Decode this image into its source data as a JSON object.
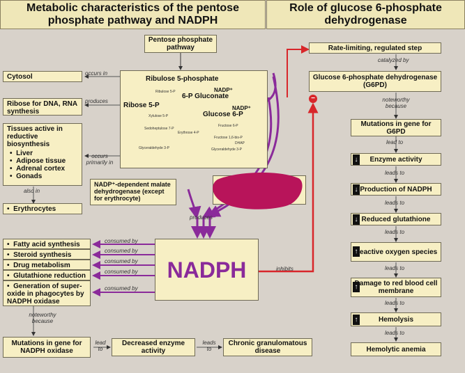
{
  "headers": {
    "left": "Metabolic characteristics of the pentose phosphate pathway and NADPH",
    "right": "Role of glucose 6-phosphate dehydrogenase"
  },
  "pathway": {
    "title": "Pentose phosphate pathway",
    "ribulose5p": "Ribulose 5-phosphate",
    "ribose5p": "Ribose 5-P",
    "gluconate6p": "6-P Gluconate",
    "glucose6p": "Glucose 6-P",
    "nadp_plus": "NADP⁺",
    "ribulose5p_small": "Ribulose 5-P",
    "xylulose5p": "Xylulose 5-P",
    "sedoheptulose7p": "Sedoheptulose 7-P",
    "erythrose4p": "Erythrose 4-P",
    "fructose6p": "Fructose 6-P",
    "fructose16bp": "Fructose 1,6-bis-P",
    "dhap": "DHAP",
    "glyceraldehyde3p_left": "Glyceraldehyde 3-P",
    "glyceraldehyde3p_right": "Glyceraldehyde 3-P"
  },
  "left_boxes": {
    "cytosol": "Cytosol",
    "ribose_dna": "Ribose for DNA, RNA synthesis",
    "tissues_title": "Tissues active in reductive biosynthesis",
    "tissues": [
      "Liver",
      "Adipose tissue",
      "Adrenal cortex",
      "Gonads"
    ],
    "erythrocytes": "Erythrocytes"
  },
  "malate": "NADP⁺-dependent malate dehydrogenase (except for erythrocyte)",
  "nadph": "NADPH",
  "consumers": [
    "Fatty acid synthesis",
    "Steroid synthesis",
    "Drug metabolism",
    "Glutathione reduction",
    "Generation of super-oxide in phagocytes by NADPH oxidase"
  ],
  "bottom": {
    "mutation": "Mutations in gene for NADPH oxidase",
    "decreased": "Decreased enzyme activity",
    "cgd": "Chronic granulomatous disease"
  },
  "right_column": [
    "Rate-limiting, regulated  step",
    "Glucose 6-phosphate dehydrogenase (G6PD)",
    "Mutations in gene for G6PD",
    "Enzyme activity",
    "Production of NADPH",
    "Reduced glutathione",
    "Reactive oxygen species",
    "Damage to red blood cell membrane",
    "Hemolysis",
    "Hemolytic anemia"
  ],
  "labels": {
    "occurs_in": "occurs in",
    "produces": "produces",
    "occurs_primarily": "occurs primarily in",
    "also_in": "also in",
    "produces_mid": "produces",
    "consumed_by": "consumed by",
    "inhibits": "inhibits",
    "noteworthy": "noteworthy because",
    "lead_to": "lead to",
    "leads_to": "leads to",
    "catalyzed_by": "catalyzed by"
  },
  "arrow_symbols": {
    "down": "↓",
    "up": "↑",
    "minus": "−"
  },
  "colors": {
    "purple": "#8a2a9a",
    "red": "#d8262a",
    "box_fill": "#f7efc4",
    "header_fill": "#efe7b8",
    "background": "#d8d2ca",
    "blot": "#b8145a"
  }
}
